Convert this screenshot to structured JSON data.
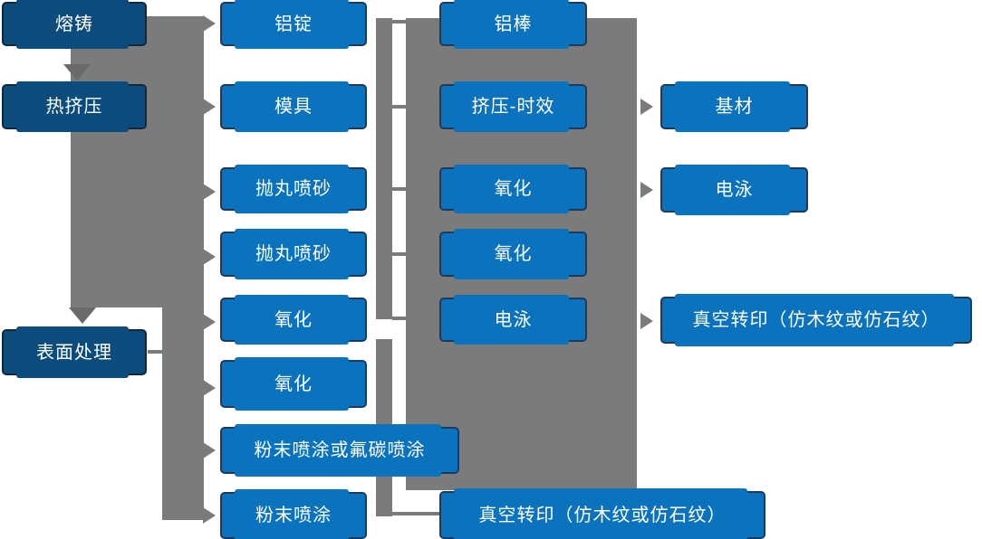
{
  "diagram_type": "process-flowchart",
  "colors": {
    "stage_fill": "#0B4C7D",
    "step_fill": "#0B72BE",
    "connector_gray": "#7B7B7B",
    "connector_dark_gray": "#6A6A6A",
    "text": "#FFFFFF",
    "background": "#FFFFFF"
  },
  "nodes": {
    "melting_casting": {
      "label": "熔铸"
    },
    "hot_extrusion": {
      "label": "热挤压"
    },
    "surface_treatment": {
      "label": "表面处理"
    },
    "aluminum_ingot": {
      "label": "铝锭"
    },
    "mold": {
      "label": "模具"
    },
    "shot_blasting_1": {
      "label": "抛丸喷砂"
    },
    "shot_blasting_2": {
      "label": "抛丸喷砂"
    },
    "oxidation_1": {
      "label": "氧化"
    },
    "oxidation_2": {
      "label": "氧化"
    },
    "powder_fluorocarbon": {
      "label": "粉末喷涂或氟碳喷涂"
    },
    "powder_spraying": {
      "label": "粉末喷涂"
    },
    "aluminum_rod": {
      "label": "铝棒"
    },
    "extrusion_aging": {
      "label": "挤压-时效"
    },
    "oxidation_3": {
      "label": "氧化"
    },
    "oxidation_4": {
      "label": "氧化"
    },
    "electrophoresis_1": {
      "label": "电泳"
    },
    "vacuum_transfer_1": {
      "label": "真空转印（仿木纹或仿石纹）"
    },
    "base_material": {
      "label": "基材"
    },
    "electrophoresis_2": {
      "label": "电泳"
    },
    "vacuum_transfer_2": {
      "label": "真空转印（仿木纹或仿石纹）"
    }
  }
}
